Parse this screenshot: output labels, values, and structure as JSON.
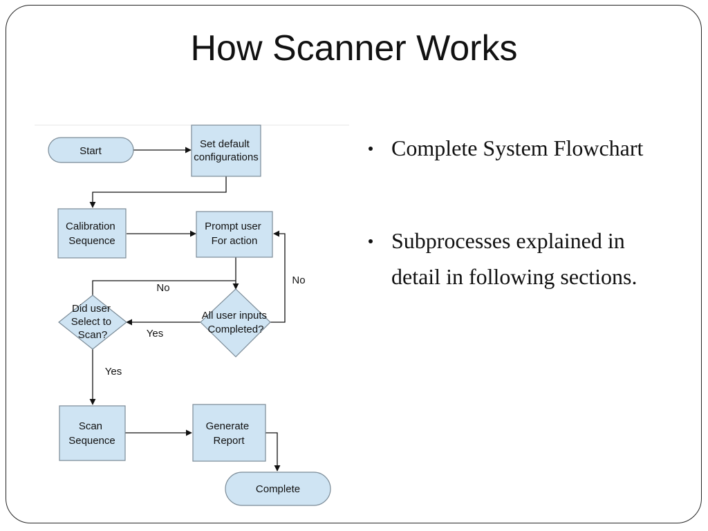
{
  "title": "How Scanner Works",
  "bullets": [
    "Complete System Flowchart",
    "Subprocesses explained in detail in following sections."
  ],
  "flowchart": {
    "nodes": {
      "start": [
        "Start"
      ],
      "set_default": [
        "Set default",
        "configurations"
      ],
      "calibration": [
        "Calibration",
        "Sequence"
      ],
      "prompt": [
        "Prompt user",
        "For action"
      ],
      "did_user": [
        "Did user",
        "Select to",
        "Scan?"
      ],
      "all_inputs": [
        "All user inputs",
        "Completed?"
      ],
      "scan": [
        "Scan",
        "Sequence"
      ],
      "report": [
        "Generate",
        "Report"
      ],
      "complete": [
        "Complete"
      ]
    },
    "edge_labels": {
      "no_top": "No",
      "no_right": "No",
      "yes_left": "Yes",
      "yes_down": "Yes"
    },
    "colors": {
      "node_fill": "#cfe4f3",
      "node_stroke": "#7a8a96",
      "edge": "#111111"
    }
  }
}
